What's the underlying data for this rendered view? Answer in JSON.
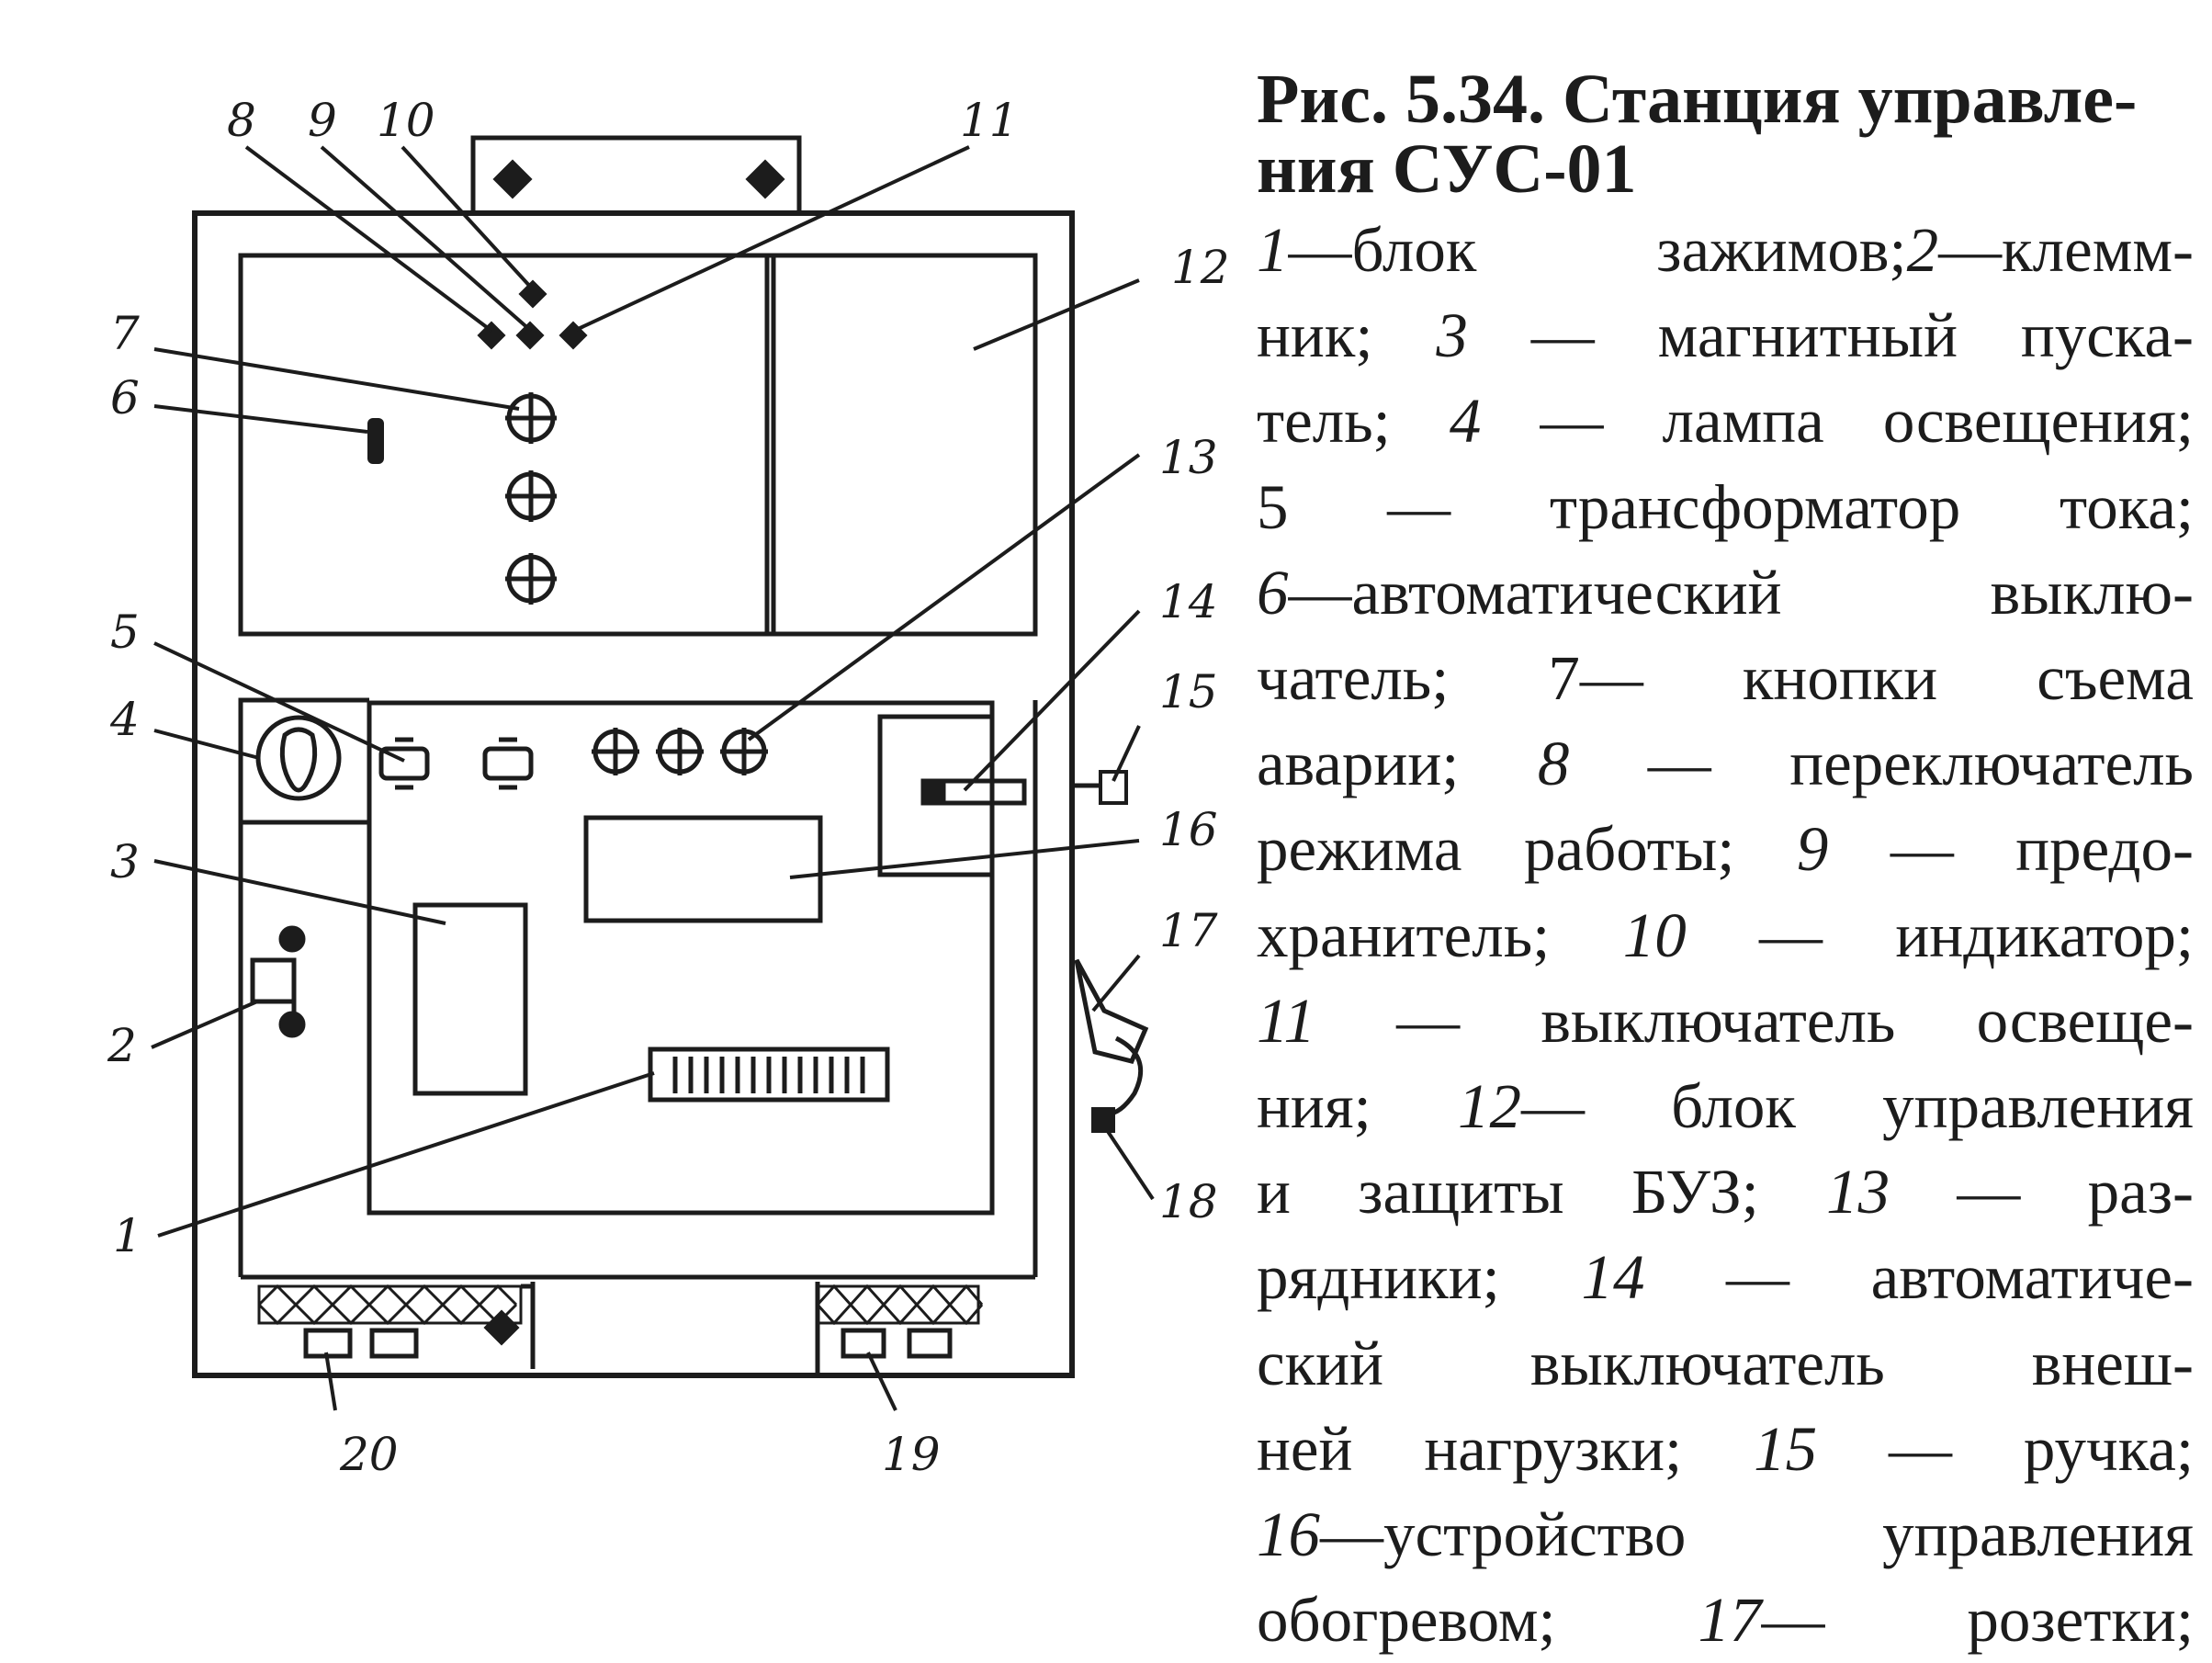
{
  "figure": {
    "caption_title_line1": "Рис. 5.34. Станция управле-",
    "caption_title_line2": "ния СУС-01",
    "caption_lines": [
      [
        {
          "n": "1"
        },
        {
          "t": "—блок зажимов;"
        },
        {
          "n": "2"
        },
        {
          "t": "—клемм-"
        }
      ],
      [
        {
          "t": "ник; "
        },
        {
          "n": "3"
        },
        {
          "t": " — магнитный пуска-"
        }
      ],
      [
        {
          "t": "тель; "
        },
        {
          "n": "4"
        },
        {
          "t": " — лампа освещения;"
        }
      ],
      [
        {
          "t": "5 — трансформатор тока;"
        }
      ],
      [
        {
          "n": "6"
        },
        {
          "t": "—автоматический выклю-"
        }
      ],
      [
        {
          "t": "чатель; 7— кнопки съема"
        }
      ],
      [
        {
          "t": "аварии; "
        },
        {
          "n": "8"
        },
        {
          "t": " — переключатель"
        }
      ],
      [
        {
          "t": "режима работы; "
        },
        {
          "n": "9"
        },
        {
          "t": " — предо-"
        }
      ],
      [
        {
          "t": "хранитель; "
        },
        {
          "n": "10"
        },
        {
          "t": " — индикатор;"
        }
      ],
      [
        {
          "n": "11"
        },
        {
          "t": " — выключатель освеще-"
        }
      ],
      [
        {
          "t": "ния; "
        },
        {
          "n": "12"
        },
        {
          "t": "— блок управления"
        }
      ],
      [
        {
          "t": "и защиты БУЗ; "
        },
        {
          "n": "13"
        },
        {
          "t": " — раз-"
        }
      ],
      [
        {
          "t": "рядники; "
        },
        {
          "n": "14"
        },
        {
          "t": " — автоматиче-"
        }
      ],
      [
        {
          "t": "ский выключатель внеш-"
        }
      ],
      [
        {
          "t": "ней нагрузки; "
        },
        {
          "n": "15"
        },
        {
          "t": " — ручка;"
        }
      ],
      [
        {
          "n": "16"
        },
        {
          "t": "—устройство управления"
        }
      ],
      [
        {
          "t": "обогревом; "
        },
        {
          "n": "17"
        },
        {
          "t": "— розетки;"
        }
      ]
    ]
  },
  "callouts": {
    "n1": "1",
    "n2": "2",
    "n3": "3",
    "n4": "4",
    "n5": "5",
    "n6": "6",
    "n7": "7",
    "n8": "8",
    "n9": "9",
    "n10": "10",
    "n11": "11",
    "n12": "12",
    "n13": "13",
    "n14": "14",
    "n15": "15",
    "n16": "16",
    "n17": "17",
    "n18": "18",
    "n19": "19",
    "n20": "20"
  },
  "colors": {
    "ink": "#1c1c1c",
    "paper": "#ffffff"
  }
}
